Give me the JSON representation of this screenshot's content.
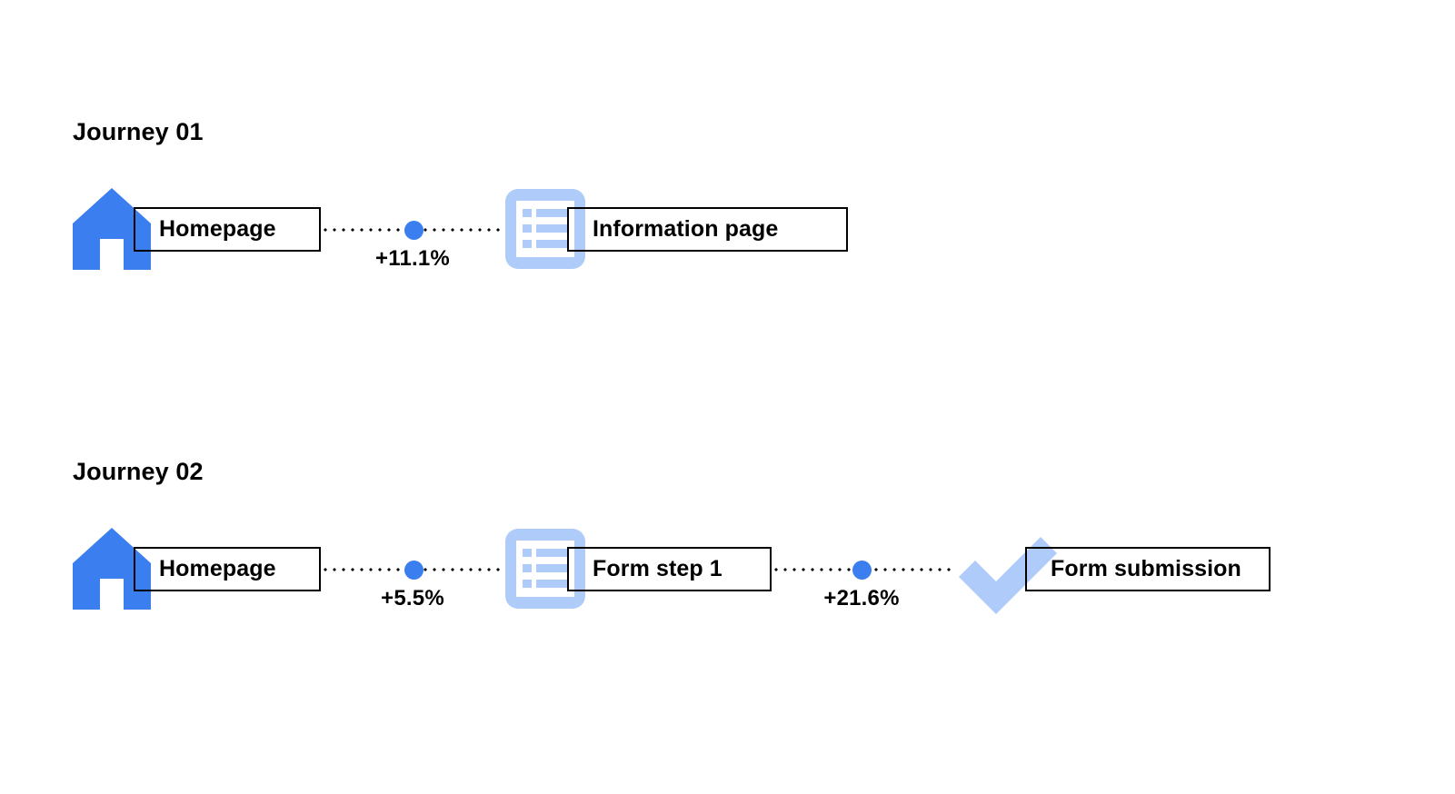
{
  "colors": {
    "icon_blue": "#3b7ef0",
    "icon_light_blue": "#aecbfa",
    "dot_blue": "#3b7ef0",
    "text_black": "#000000",
    "background": "#ffffff"
  },
  "journeys": [
    {
      "title": "Journey 01",
      "steps": [
        {
          "icon": "home-icon",
          "label": "Homepage"
        },
        {
          "icon": "document-list-icon",
          "label": "Information page"
        }
      ],
      "transitions": [
        {
          "value": "+11.1%"
        }
      ]
    },
    {
      "title": "Journey 02",
      "steps": [
        {
          "icon": "home-icon",
          "label": "Homepage"
        },
        {
          "icon": "document-list-icon",
          "label": "Form step 1"
        },
        {
          "icon": "checkmark-icon",
          "label": "Form submission"
        }
      ],
      "transitions": [
        {
          "value": "+5.5%"
        },
        {
          "value": "+21.6%"
        }
      ]
    }
  ]
}
